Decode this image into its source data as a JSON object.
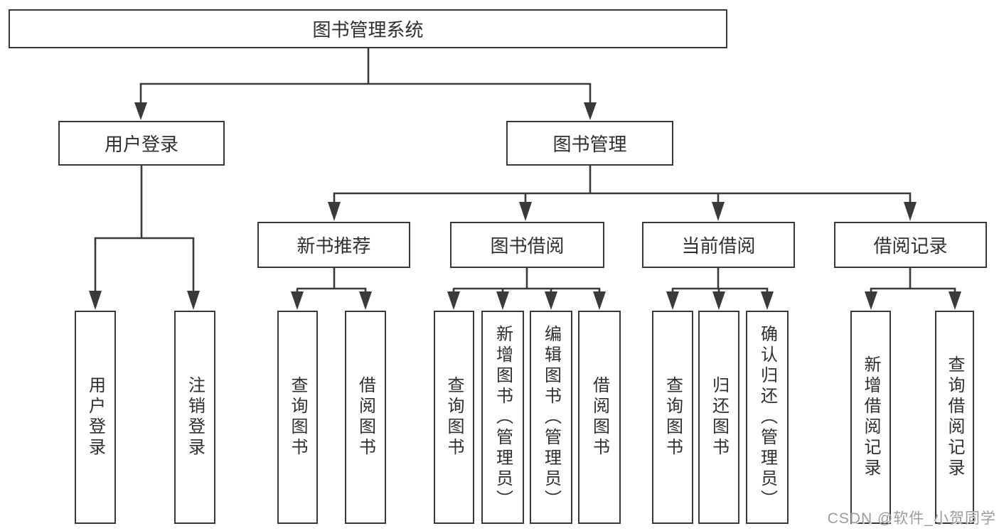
{
  "diagram": {
    "type": "hierarchy-tree",
    "colors": {
      "line": "#3a3a3a",
      "text": "#2f2f2f",
      "box_background": "#ffffff",
      "watermark": "#9b9b9b"
    },
    "watermark": "CSDN @软件_小贺同学",
    "tree": {
      "label": "图书管理系统",
      "children": [
        {
          "label": "用户登录",
          "children": [
            {
              "label": "用户登录"
            },
            {
              "label": "注销登录"
            }
          ]
        },
        {
          "label": "图书管理",
          "children": [
            {
              "label": "新书推荐",
              "children": [
                {
                  "label": "查询图书"
                },
                {
                  "label": "借阅图书"
                }
              ]
            },
            {
              "label": "图书借阅",
              "children": [
                {
                  "label": "查询图书"
                },
                {
                  "label": "新增图书（管理员）"
                },
                {
                  "label": "编辑图书（管理员）"
                },
                {
                  "label": "借阅图书"
                }
              ]
            },
            {
              "label": "当前借阅",
              "children": [
                {
                  "label": "查询图书"
                },
                {
                  "label": "归还图书"
                },
                {
                  "label": "确认归还（管理员）"
                }
              ]
            },
            {
              "label": "借阅记录",
              "children": [
                {
                  "label": "新增借阅记录"
                },
                {
                  "label": "查询借阅记录"
                }
              ]
            }
          ]
        }
      ]
    }
  }
}
